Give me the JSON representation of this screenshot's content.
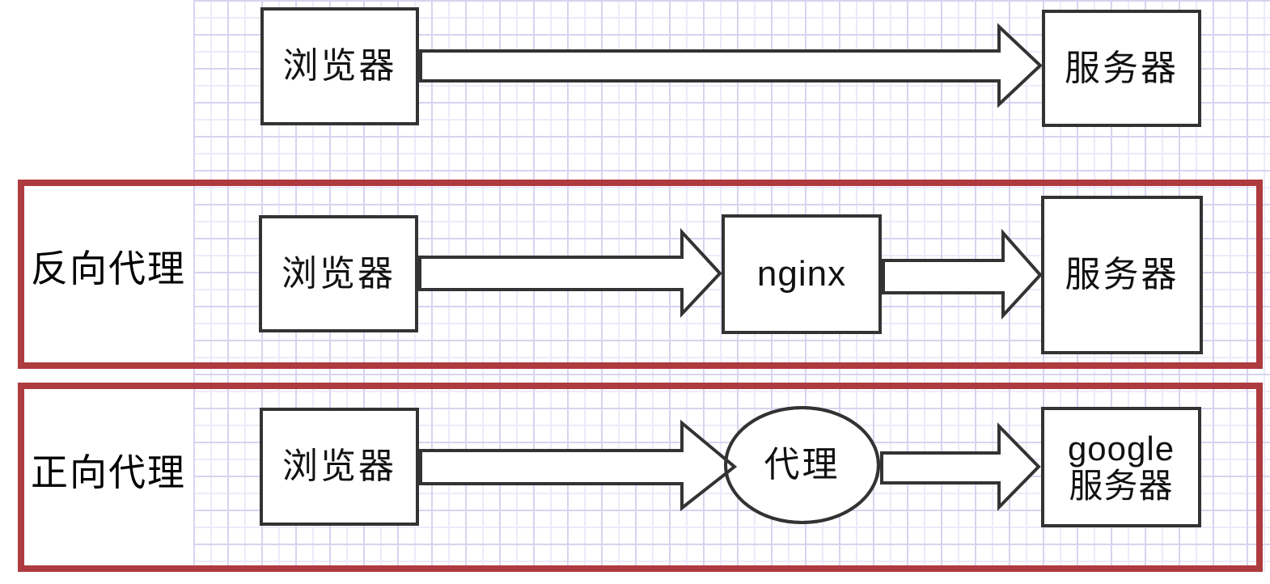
{
  "colors": {
    "background": "#ffffff",
    "container_border": "#ad3b3f",
    "shape_border": "#333333",
    "grid_line_major": "#d8d3f0",
    "grid_line_minor": "#edeafa",
    "text": "#111111"
  },
  "rows": {
    "plain": {
      "browser": "浏览器",
      "server": "服务器"
    },
    "reverse_proxy": {
      "label": "反向代理",
      "browser": "浏览器",
      "proxy": "nginx",
      "server": "服务器"
    },
    "forward_proxy": {
      "label": "正向代理",
      "browser": "浏览器",
      "proxy": "代理",
      "server_line1": "google",
      "server_line2": "服务器"
    }
  }
}
